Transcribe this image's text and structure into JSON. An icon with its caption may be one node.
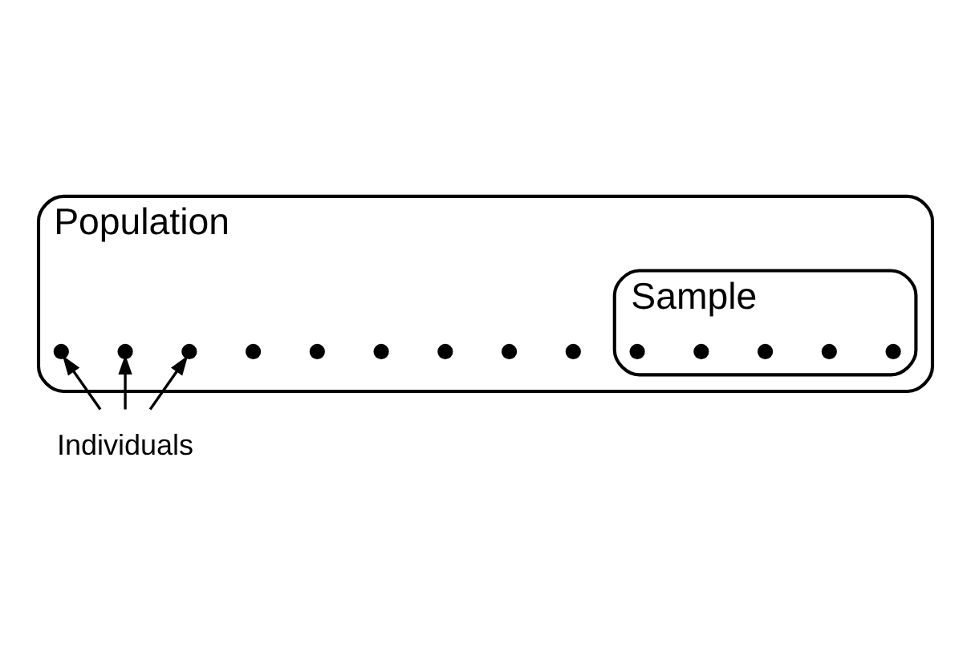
{
  "diagram": {
    "nodes": [
      {
        "text": [
          "Population"
        ]
      },
      {
        "text": [
          "Sample"
        ],
        "in": 0
      },
      {
        "text": [],
        "shape": "cross",
        "in": 0
      },
      {
        "text": [],
        "shape": "cross",
        "in": 0
      },
      {
        "text": [],
        "shape": "cross",
        "in": 0
      },
      {
        "text": [],
        "shape": "cross",
        "in": 0
      },
      {
        "text": [],
        "shape": "cross",
        "in": 0
      },
      {
        "text": [],
        "shape": "cross",
        "in": 0
      },
      {
        "text": [],
        "shape": "cross",
        "in": 0
      },
      {
        "text": [],
        "shape": "cross",
        "in": 0
      },
      {
        "text": [],
        "shape": "cross",
        "in": 0
      },
      {
        "text": [],
        "shape": "cross",
        "in": 1
      },
      {
        "text": [],
        "shape": "cross",
        "in": 1
      },
      {
        "text": [],
        "shape": "cross",
        "in": 1
      },
      {
        "text": [],
        "shape": "cross",
        "in": 1
      },
      {
        "text": [],
        "shape": "cross",
        "in": 1
      },
      {
        "text": [
          "Individuals"
        ]
      }
    ],
    "edges": [
      {
        "from": 16,
        "to": 10,
        "arrow": "to"
      },
      {
        "from": 16,
        "to": 9,
        "arrow": "to"
      },
      {
        "from": 16,
        "to": 8,
        "arrow": "to"
      }
    ]
  }
}
